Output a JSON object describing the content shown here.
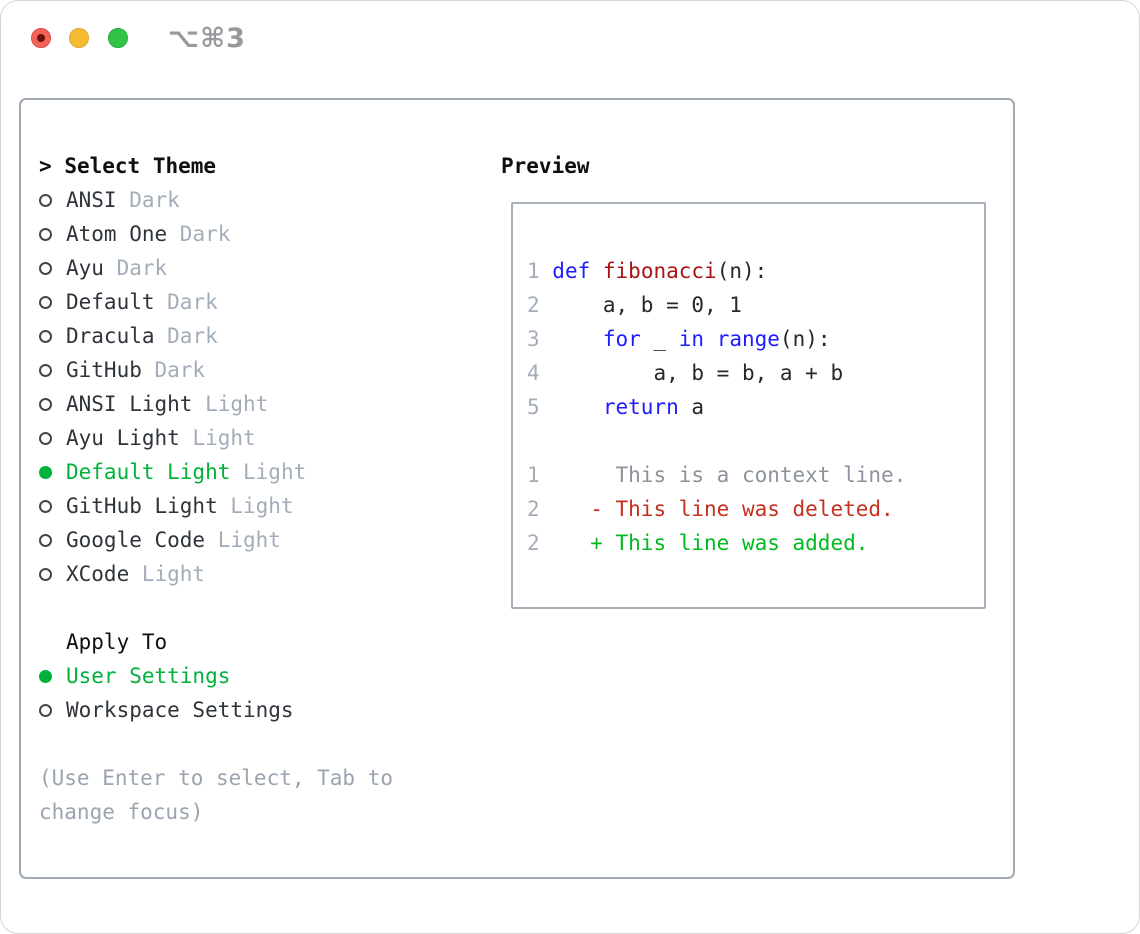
{
  "window": {
    "title": "⌥⌘3",
    "traffic_lights": [
      "close",
      "minimize",
      "zoom"
    ]
  },
  "theme_panel": {
    "heading_prefix": ">",
    "heading": "Select Theme",
    "items": [
      {
        "label": "ANSI",
        "tag": "Dark",
        "selected": false
      },
      {
        "label": "Atom One",
        "tag": "Dark",
        "selected": false
      },
      {
        "label": "Ayu",
        "tag": "Dark",
        "selected": false
      },
      {
        "label": "Default",
        "tag": "Dark",
        "selected": false
      },
      {
        "label": "Dracula",
        "tag": "Dark",
        "selected": false
      },
      {
        "label": "GitHub",
        "tag": "Dark",
        "selected": false
      },
      {
        "label": "ANSI Light",
        "tag": "Light",
        "selected": false
      },
      {
        "label": "Ayu Light",
        "tag": "Light",
        "selected": false
      },
      {
        "label": "Default Light",
        "tag": "Light",
        "selected": true
      },
      {
        "label": "GitHub Light",
        "tag": "Light",
        "selected": false
      },
      {
        "label": "Google Code",
        "tag": "Light",
        "selected": false
      },
      {
        "label": "XCode",
        "tag": "Light",
        "selected": false
      }
    ],
    "apply_heading": "Apply To",
    "apply_items": [
      {
        "label": "User Settings",
        "selected": true
      },
      {
        "label": "Workspace Settings",
        "selected": false
      }
    ],
    "help_lines": [
      "(Use Enter to select, Tab to",
      "change focus)"
    ]
  },
  "preview": {
    "heading": "Preview",
    "code_lines": [
      {
        "segments": [
          {
            "t": "1 ",
            "c": "ln"
          },
          {
            "t": "def",
            "c": "kw"
          },
          {
            "t": " ",
            "c": "pl"
          },
          {
            "t": "fibonacci",
            "c": "fn"
          },
          {
            "t": "(n):",
            "c": "pl"
          }
        ]
      },
      {
        "segments": [
          {
            "t": "2 ",
            "c": "ln"
          },
          {
            "t": "    a, b = 0, 1",
            "c": "pl"
          }
        ]
      },
      {
        "segments": [
          {
            "t": "3 ",
            "c": "ln"
          },
          {
            "t": "    ",
            "c": "pl"
          },
          {
            "t": "for",
            "c": "kw"
          },
          {
            "t": " _ ",
            "c": "pl"
          },
          {
            "t": "in",
            "c": "kw"
          },
          {
            "t": " ",
            "c": "pl"
          },
          {
            "t": "range",
            "c": "kw"
          },
          {
            "t": "(n):",
            "c": "pl"
          }
        ]
      },
      {
        "segments": [
          {
            "t": "4 ",
            "c": "ln"
          },
          {
            "t": "        a, b = b, a + b",
            "c": "pl"
          }
        ]
      },
      {
        "segments": [
          {
            "t": "5 ",
            "c": "ln"
          },
          {
            "t": "    ",
            "c": "pl"
          },
          {
            "t": "return",
            "c": "kw"
          },
          {
            "t": " a",
            "c": "pl"
          }
        ]
      },
      {
        "segments": []
      },
      {
        "segments": [
          {
            "t": "1",
            "c": "ln"
          },
          {
            "t": "      This is a context line.",
            "c": "ctx"
          }
        ]
      },
      {
        "segments": [
          {
            "t": "2",
            "c": "ln"
          },
          {
            "t": "    - This line was deleted.",
            "c": "del"
          }
        ]
      },
      {
        "segments": [
          {
            "t": "2",
            "c": "ln"
          },
          {
            "t": "    + This line was added.",
            "c": "add"
          }
        ]
      }
    ]
  },
  "colors": {
    "accent_green": "#00b23a",
    "added_green": "#00bb20",
    "deleted_red": "#c5301f",
    "keyword_blue": "#1c1cfe",
    "function_red": "#a91414",
    "code_plain": "#24272b",
    "context_gray": "#8c939c",
    "lineno_gray": "#a3adba",
    "tag_gray": "#a3adba",
    "label_dark": "#2f343a",
    "heading_black": "#0d0f12",
    "help_gray": "#9aa4b0",
    "title_gray": "#98989d",
    "window_border": "#9fa8b3",
    "preview_border": "#a7b0ba",
    "radio_outline": "#41464d",
    "traffic_red": "#f4635a",
    "traffic_yellow": "#f5bb32",
    "traffic_green": "#33c345"
  }
}
